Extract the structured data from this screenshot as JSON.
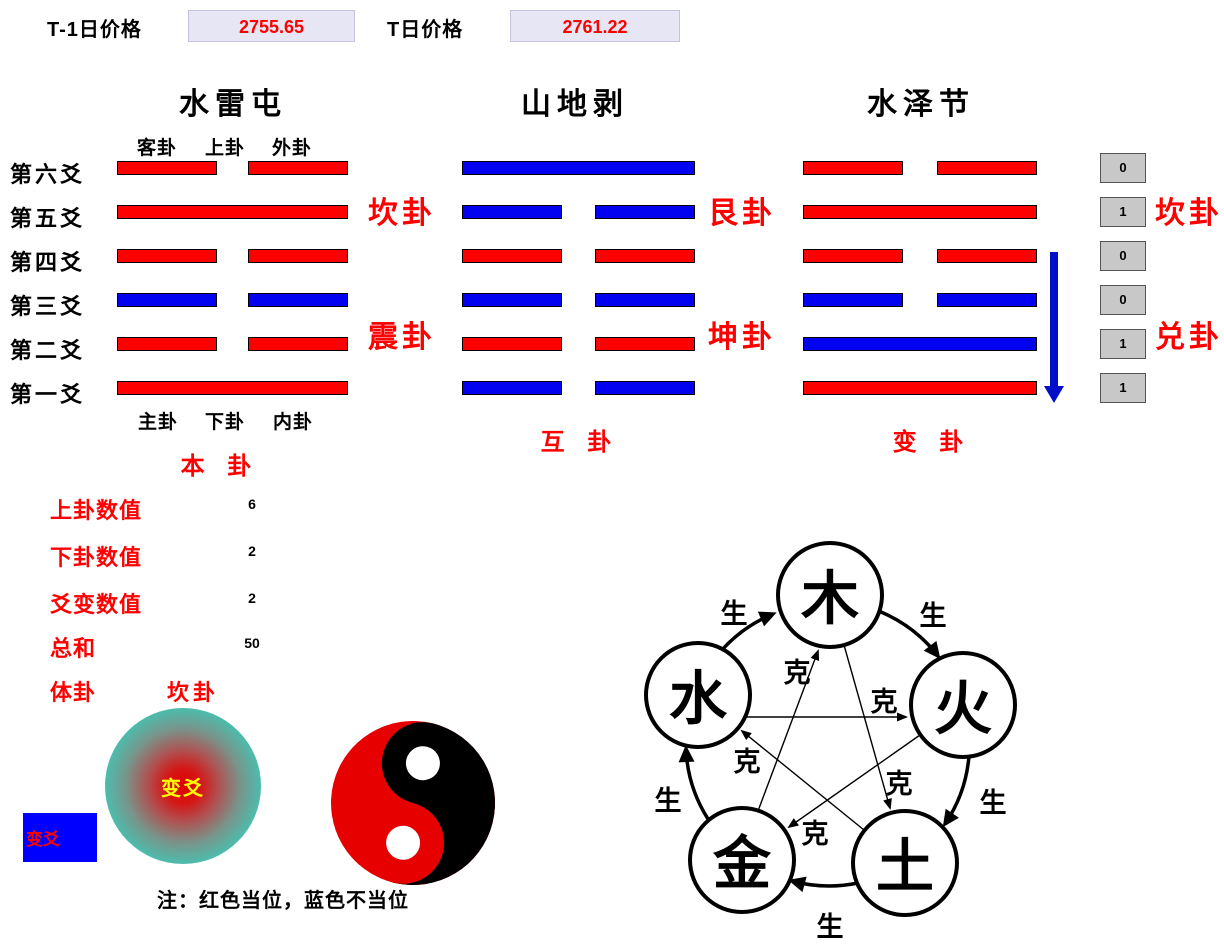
{
  "header": {
    "t1_price_label": "T-1日价格",
    "t1_price_value": "2755.65",
    "t_price_label": "T日价格",
    "t_price_value": "2761.22"
  },
  "line_labels": [
    "第六爻",
    "第五爻",
    "第四爻",
    "第三爻",
    "第二爻",
    "第一爻"
  ],
  "hexagrams": [
    {
      "title": "水雷屯",
      "top_labels": [
        "客卦",
        "上卦",
        "外卦"
      ],
      "bottom_labels": [
        "主卦",
        "下卦",
        "内卦"
      ],
      "caption": "本 卦",
      "upper_trigram": "坎卦",
      "lower_trigram": "震卦",
      "lines": [
        {
          "style": "broken",
          "color": "red"
        },
        {
          "style": "solid",
          "color": "red"
        },
        {
          "style": "broken",
          "color": "red"
        },
        {
          "style": "broken",
          "color": "blue"
        },
        {
          "style": "broken",
          "color": "red"
        },
        {
          "style": "solid",
          "color": "red"
        }
      ]
    },
    {
      "title": "山地剥",
      "caption": "互 卦",
      "upper_trigram": "艮卦",
      "lower_trigram": "坤卦",
      "lines": [
        {
          "style": "solid",
          "color": "blue"
        },
        {
          "style": "broken",
          "color": "blue"
        },
        {
          "style": "broken",
          "color": "red"
        },
        {
          "style": "broken",
          "color": "blue"
        },
        {
          "style": "broken",
          "color": "red"
        },
        {
          "style": "broken",
          "color": "blue"
        }
      ]
    },
    {
      "title": "水泽节",
      "caption": "变 卦",
      "upper_trigram": "坎卦",
      "lower_trigram": "兑卦",
      "bits": [
        "0",
        "1",
        "0",
        "0",
        "1",
        "1"
      ],
      "lines": [
        {
          "style": "broken",
          "color": "red"
        },
        {
          "style": "solid",
          "color": "red"
        },
        {
          "style": "broken",
          "color": "red"
        },
        {
          "style": "broken",
          "color": "blue"
        },
        {
          "style": "solid",
          "color": "blue"
        },
        {
          "style": "solid",
          "color": "red"
        }
      ]
    }
  ],
  "stats": {
    "rows": [
      {
        "label": "上卦数值",
        "value": "6"
      },
      {
        "label": "下卦数值",
        "value": "2"
      },
      {
        "label": "爻变数值",
        "value": "2"
      },
      {
        "label": "总和",
        "value": "50"
      }
    ],
    "ti_gua_label": "体卦",
    "ti_gua_value": "坎卦"
  },
  "bian_yao": {
    "circle_text": "变爻",
    "box_text": "变爻"
  },
  "note": "注：红色当位，蓝色不当位",
  "five_elements": {
    "wood": "木",
    "fire": "火",
    "earth": "土",
    "metal": "金",
    "water": "水",
    "sheng": "生",
    "ke": "克"
  },
  "colors": {
    "line_red": "#ff0000",
    "line_blue": "#0202f0",
    "label_red": "#ff0000",
    "price_box_bg": "#e6e6f4",
    "bit_box_bg": "#c8c8c8",
    "arrow_blue": "#0010c8",
    "gradient_center_red": "#e00000",
    "gradient_edge_teal": "#3ec8b9",
    "yinyang_red": "#e60000",
    "yinyang_black": "#000000",
    "bianyao_box_bg": "#0000ff",
    "bianyao_circle_text": "#ffff00"
  }
}
